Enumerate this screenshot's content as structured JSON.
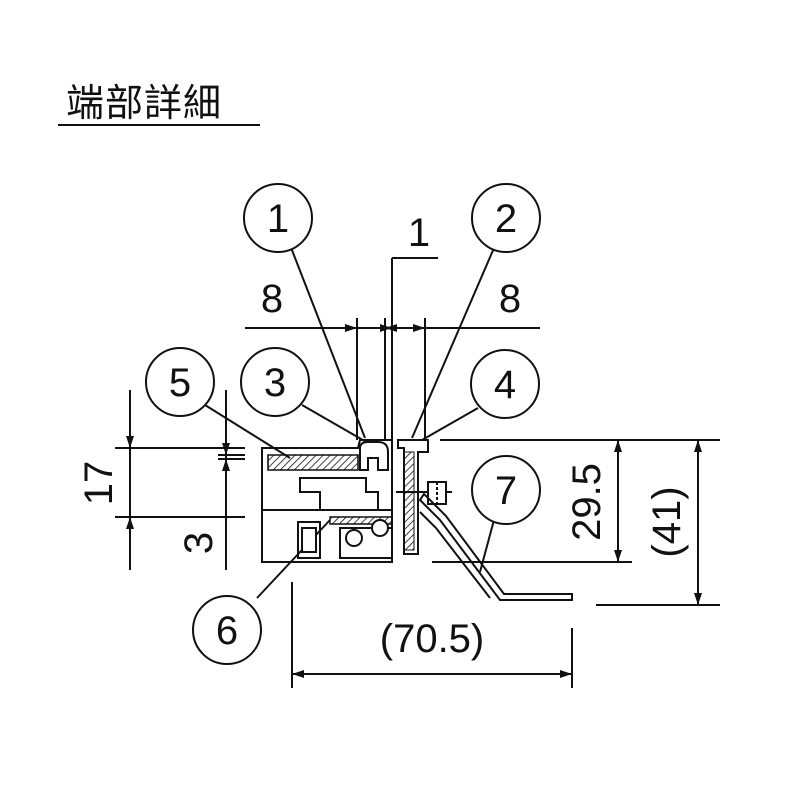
{
  "title": "端部詳細",
  "callouts": [
    "1",
    "2",
    "3",
    "4",
    "5",
    "6",
    "7"
  ],
  "dimensions": {
    "gap": "1",
    "left_width": "8",
    "right_width": "8",
    "height_17": "17",
    "height_3": "3",
    "height_29_5": "29.5",
    "height_41": "(41)",
    "width_70_5": "(70.5)"
  },
  "colors": {
    "line": "#111111",
    "hatch": "#111111",
    "background": "#ffffff"
  }
}
